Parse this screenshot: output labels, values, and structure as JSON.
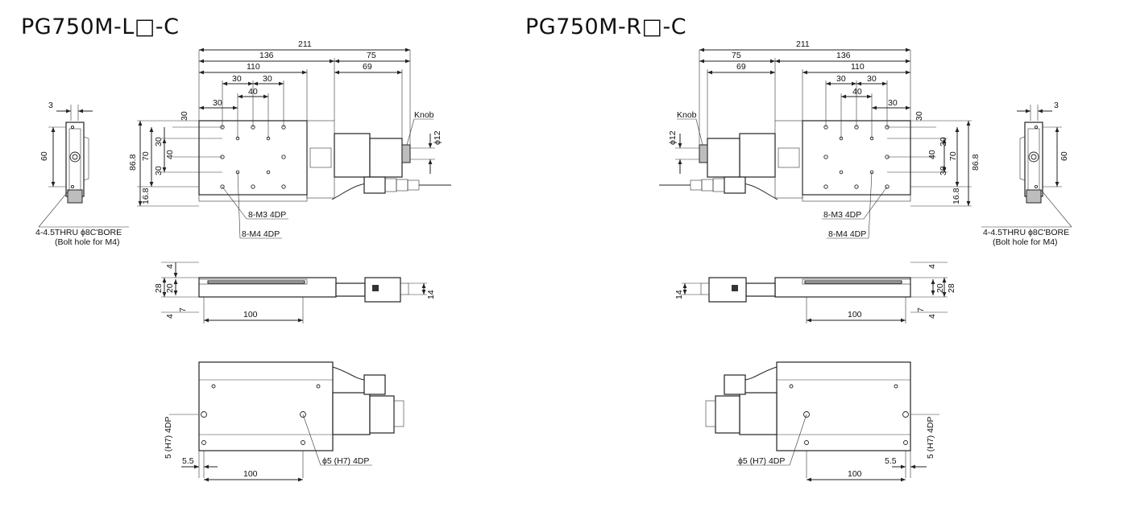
{
  "titles": {
    "left": "PG750M-L□-C",
    "right": "PG750M-R□-C"
  },
  "colors": {
    "line": "#222222",
    "background": "#ffffff"
  },
  "dimensions": {
    "total_length": "211",
    "stage_length": "136",
    "motor_length": "75",
    "hole_span_110": "110",
    "motor_span_69": "69",
    "pitch_30": "30",
    "pitch_40": "40",
    "height_60": "60",
    "height_86_8": "86.8",
    "height_70": "70",
    "offset_16_8": "16.8",
    "side_3": "3",
    "thick_4": "4",
    "height_28": "28",
    "height_20": "20",
    "offset_7": "7",
    "width_14": "14",
    "span_100": "100",
    "edge_5_5": "5.5",
    "diameter_12": "ϕ12"
  },
  "labels": {
    "knob": "Knob",
    "m3": "8-M3 4DP",
    "m4": "8-M4 4DP",
    "bolt_thru": "4-4.5THRU ϕ8C'BORE",
    "bolt_note": "(Bolt hole for M4)",
    "pin_hole": "ϕ5 (H7) 4DP",
    "pin_side": "5 (H7) 4DP"
  }
}
